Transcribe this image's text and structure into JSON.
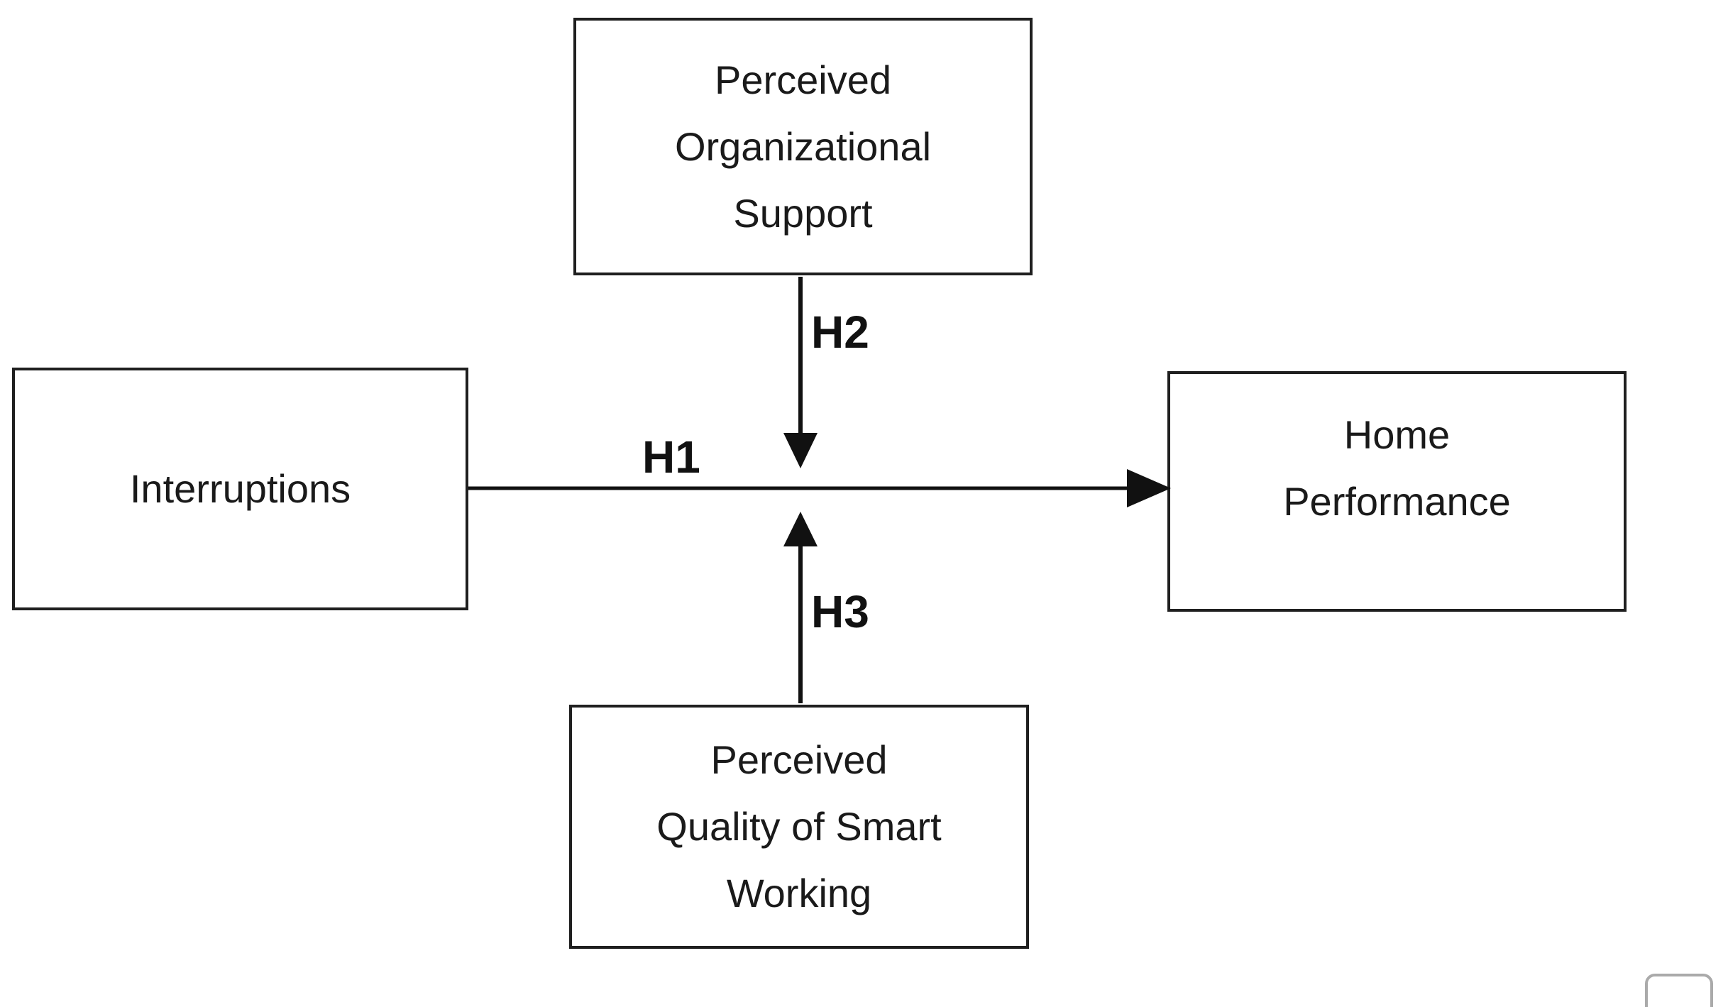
{
  "colors": {
    "background": "#ffffff",
    "node_border": "#1f1f1f",
    "text": "#1a1a1a",
    "arrow": "#111111",
    "partial_widget_border": "#aaaaaa"
  },
  "nodes": {
    "top": {
      "lines": [
        "Perceived",
        "Organizational",
        "Support"
      ]
    },
    "left": {
      "lines": [
        "Interruptions"
      ]
    },
    "right": {
      "lines": [
        "Home",
        "Performance"
      ]
    },
    "bottom": {
      "lines": [
        "Perceived",
        "Quality of Smart",
        "Working"
      ]
    }
  },
  "edges": {
    "h1": {
      "label": "H1",
      "from": "Interruptions",
      "to": "Home Performance"
    },
    "h2": {
      "label": "H2",
      "from": "Perceived Organizational Support",
      "to": "H1 arrow"
    },
    "h3": {
      "label": "H3",
      "from": "Perceived Quality of Smart Working",
      "to": "H1 arrow"
    }
  }
}
